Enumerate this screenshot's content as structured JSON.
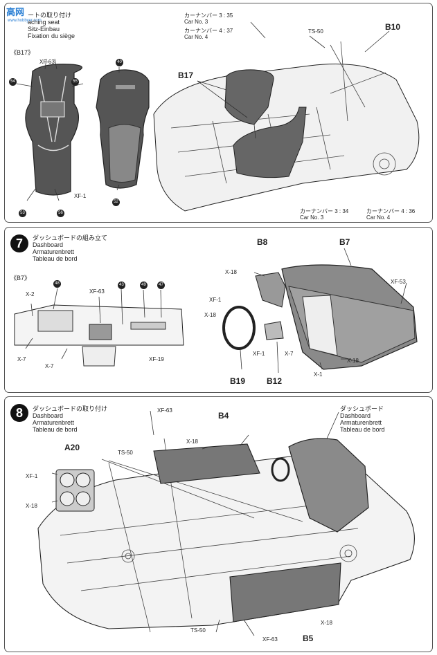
{
  "watermark": {
    "cn": "高",
    "cn2": "网",
    "url": "www.hobbyer.com"
  },
  "step6": {
    "title_jp": "ートの取り付け",
    "title_en": "aching seat",
    "title_de": "Sitz-Einbau",
    "title_fr": "Fixation du siège",
    "part_ref": "《B17》",
    "car3_top": "カーナンバー 3 : 35",
    "car3_top_en": "Car No. 3",
    "car4_top": "カーナンバー 4 : 37",
    "car4_top_en": "Car No. 4",
    "car3_bot": "カーナンバー 3 : 34",
    "car3_bot_en": "Car No. 3",
    "car4_bot": "カーナンバー 4 : 36",
    "car4_bot_en": "Car No. 4",
    "labels": {
      "xf63": "XF-63",
      "n54": "54",
      "n55": "55",
      "n40": "40",
      "xf1": "XF-1",
      "n53": "53",
      "n56": "56",
      "n52": "52",
      "ts50": "TS-50",
      "b10": "B10",
      "b17": "B17"
    }
  },
  "step7": {
    "number": "7",
    "title_jp": "ダッシュボードの組み立て",
    "title_en": "Dashboard",
    "title_de": "Armaturenbrett",
    "title_fr": "Tableau de bord",
    "part_ref": "《B7》",
    "labels": {
      "b8": "B8",
      "b7": "B7",
      "x18a": "X-18",
      "xf53": "XF-53",
      "x2": "X-2",
      "n48": "48",
      "xf63": "XF-63",
      "n43": "43",
      "n49": "49",
      "n47": "47",
      "xf1a": "XF-1",
      "x18b": "X-18",
      "x7a": "X-7",
      "x7b": "X-7",
      "xf19": "XF-19",
      "xf1b": "XF-1",
      "x7c": "X-7",
      "x1": "X-1",
      "x18c": "X-18",
      "b19": "B19",
      "b12": "B12"
    }
  },
  "step8": {
    "number": "8",
    "title_jp": "ダッシュボードの取り付け",
    "title_en": "Dashboard",
    "title_de": "Armaturenbrett",
    "title_fr": "Tableau de bord",
    "dash_jp": "ダッシュボード",
    "dash_en": "Dashboard",
    "dash_de": "Armaturenbrett",
    "dash_fr": "Tableau de bord",
    "labels": {
      "xf63a": "XF-63",
      "b4": "B4",
      "a20": "A20",
      "x18a": "X-18",
      "ts50a": "TS-50",
      "xf1": "XF-1",
      "x18b": "X-18",
      "ts50b": "TS-50",
      "xf63b": "XF-63",
      "b5": "B5",
      "x18c": "X-18"
    }
  }
}
